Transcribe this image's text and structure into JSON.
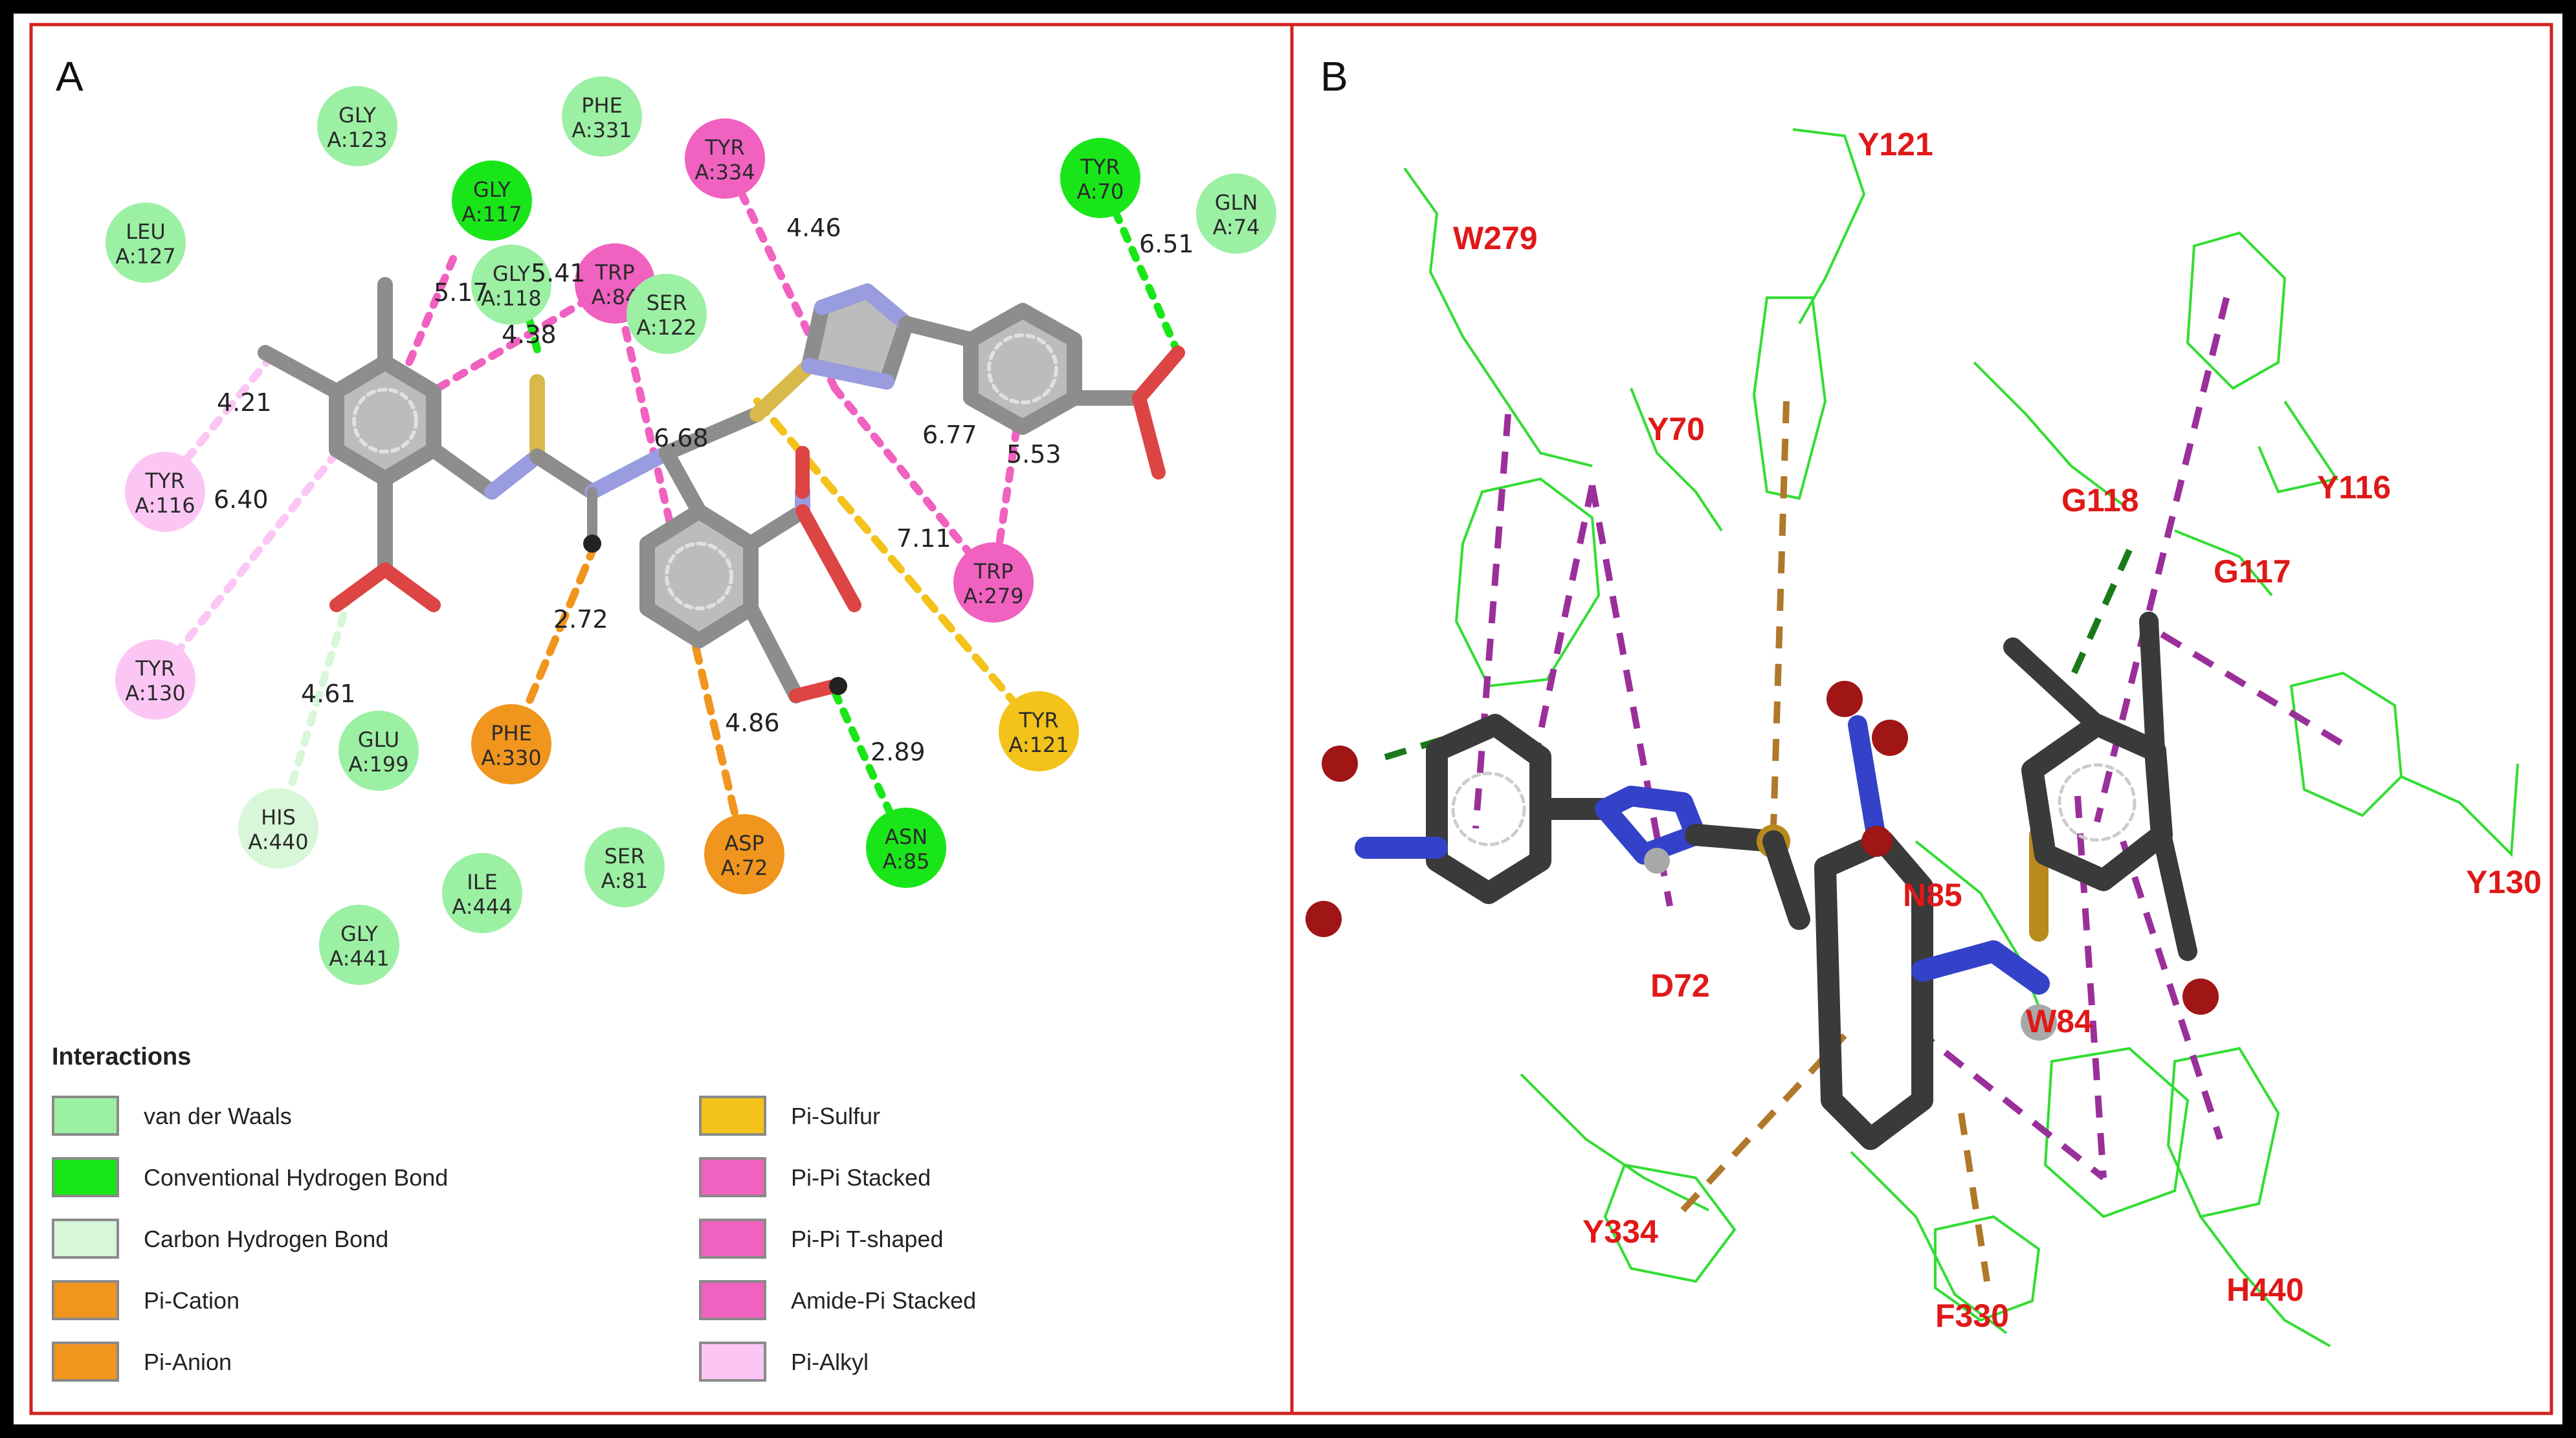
{
  "panel_a": {
    "label": "A",
    "residues": [
      {
        "name": "GLY",
        "id": "A:123",
        "type": "vdw"
      },
      {
        "name": "PHE",
        "id": "A:331",
        "type": "vdw"
      },
      {
        "name": "TYR",
        "id": "A:334",
        "type": "pipi"
      },
      {
        "name": "TYR",
        "id": "A:70",
        "type": "hbond"
      },
      {
        "name": "GLN",
        "id": "A:74",
        "type": "vdw"
      },
      {
        "name": "LEU",
        "id": "A:127",
        "type": "vdw"
      },
      {
        "name": "GLY",
        "id": "A:117",
        "type": "hbond"
      },
      {
        "name": "GLY",
        "id": "A:118",
        "type": "vdw"
      },
      {
        "name": "TRP",
        "id": "A:84",
        "type": "pipi"
      },
      {
        "name": "SER",
        "id": "A:122",
        "type": "vdw"
      },
      {
        "name": "TYR",
        "id": "A:116",
        "type": "alkyl"
      },
      {
        "name": "TYR",
        "id": "A:130",
        "type": "alkyl"
      },
      {
        "name": "TRP",
        "id": "A:279",
        "type": "pipi"
      },
      {
        "name": "GLU",
        "id": "A:199",
        "type": "vdw"
      },
      {
        "name": "PHE",
        "id": "A:330",
        "type": "cation"
      },
      {
        "name": "TYR",
        "id": "A:121",
        "type": "sulfur"
      },
      {
        "name": "HIS",
        "id": "A:440",
        "type": "chbond"
      },
      {
        "name": "ILE",
        "id": "A:444",
        "type": "vdw"
      },
      {
        "name": "SER",
        "id": "A:81",
        "type": "vdw"
      },
      {
        "name": "ASP",
        "id": "A:72",
        "type": "cation"
      },
      {
        "name": "ASN",
        "id": "A:85",
        "type": "hbond"
      },
      {
        "name": "GLY",
        "id": "A:441",
        "type": "vdw"
      }
    ],
    "distances": [
      "5.17",
      "5.41",
      "4.38",
      "4.46",
      "6.51",
      "4.21",
      "6.40",
      "6.68",
      "6.77",
      "5.53",
      "7.11",
      "2.72",
      "4.61",
      "4.86",
      "2.89"
    ],
    "legend_title": "Interactions",
    "legend": [
      {
        "label": "van der Waals",
        "color": "#9cf0a4"
      },
      {
        "label": "Conventional Hydrogen Bond",
        "color": "#19e619"
      },
      {
        "label": "Carbon Hydrogen Bond",
        "color": "#d8f6d8"
      },
      {
        "label": "Pi-Cation",
        "color": "#f0951e"
      },
      {
        "label": "Pi-Anion",
        "color": "#f0951e"
      },
      {
        "label": "Pi-Sulfur",
        "color": "#f3c21b"
      },
      {
        "label": "Pi-Pi Stacked",
        "color": "#f061c0"
      },
      {
        "label": "Pi-Pi T-shaped",
        "color": "#f061c0"
      },
      {
        "label": "Amide-Pi Stacked",
        "color": "#f061c0"
      },
      {
        "label": "Pi-Alkyl",
        "color": "#fbc6f4"
      }
    ]
  },
  "panel_b": {
    "label": "B",
    "residue_labels": [
      "W279",
      "Y121",
      "Y70",
      "G118",
      "Y116",
      "G117",
      "N85",
      "D72",
      "W84",
      "Y130",
      "Y334",
      "F330",
      "H440"
    ]
  },
  "colors": {
    "border": "#d22222",
    "vdw": "#9cf0a4",
    "hbond": "#19e619",
    "chbond": "#d8f6d8",
    "cation": "#f0951e",
    "sulfur": "#f3c21b",
    "pipi": "#f061c0",
    "alkyl": "#fbc6f4",
    "residue_line": "#33dd33",
    "residue_label": "#e01818"
  }
}
